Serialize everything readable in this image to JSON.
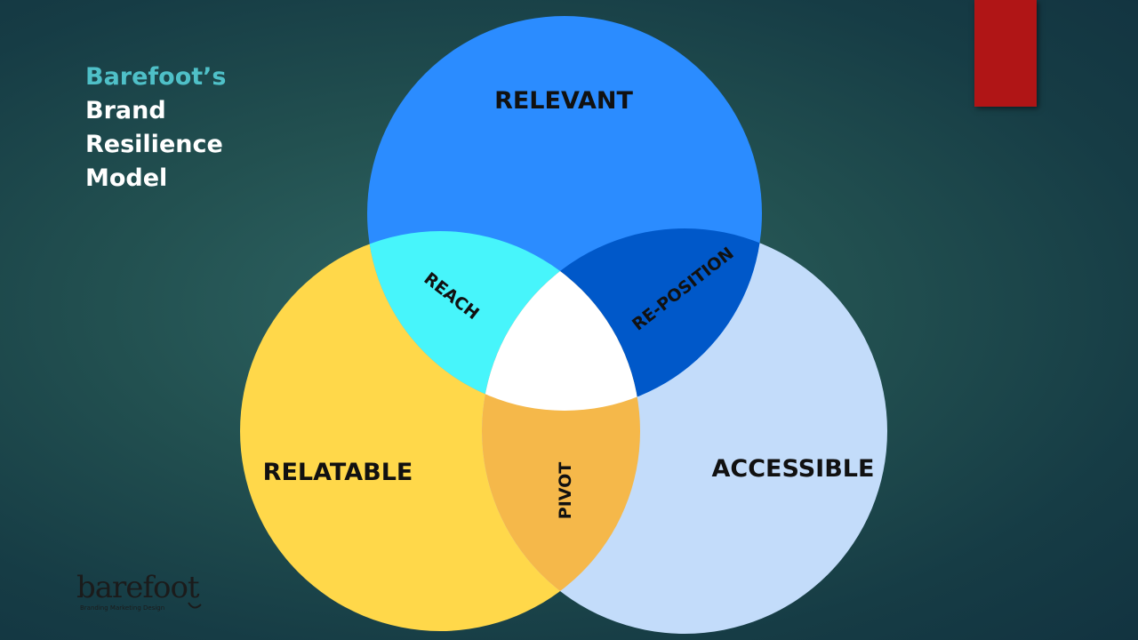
{
  "title": {
    "line1": "Barefoot’s",
    "line2": "Brand",
    "line3": "Resilience",
    "line4": "Model"
  },
  "venn": {
    "circles": {
      "relevant": "RELEVANT",
      "relatable": "RELATABLE",
      "accessible": "ACCESSIBLE"
    },
    "overlaps": {
      "relevant_relatable": "REACH",
      "relevant_accessible": "RE-POSITION",
      "relatable_accessible": "PIVOT"
    }
  },
  "logo": {
    "text": "barefoot",
    "tagline": "Branding Marketing Design"
  },
  "colors": {
    "relevant": "#2b8cff",
    "relatable": "#ffd84a",
    "accessible": "#c3dcfa",
    "reach": "#47f5fb",
    "reposition": "#0058c9",
    "pivot": "#f5b84a",
    "center": "#ffffff",
    "title_accent": "#4fc0c8",
    "red_bar": "#b01516"
  }
}
